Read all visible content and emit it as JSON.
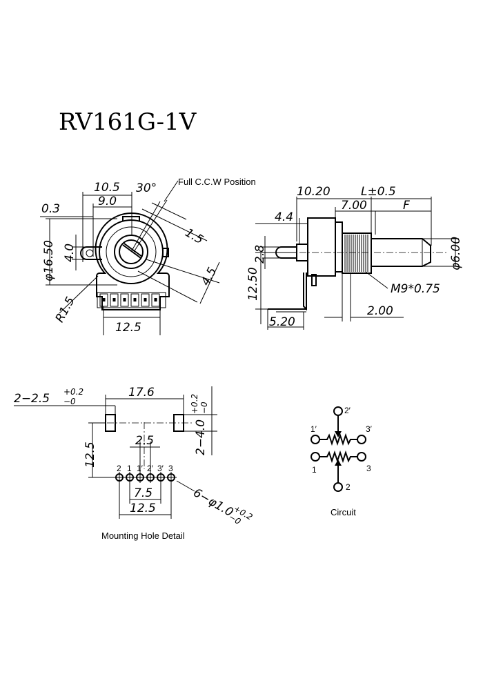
{
  "title": "RV161G-1V",
  "front_view": {
    "dims": {
      "d10_5": "10.5",
      "d30deg": "30°",
      "ccw_label": "Full C.C.W Position",
      "d0_3": "0.3",
      "d9_0": "9.0",
      "d1_5": "1.5",
      "d16_50": "φ16.50",
      "d4_0": "4.0",
      "d4_5": "4.5",
      "r1_5": "R1.5",
      "d12_5": "12.5"
    }
  },
  "side_view": {
    "dims": {
      "d10_20": "10.20",
      "dL": "L±0.5",
      "d7_00": "7.00",
      "dF": "F",
      "d4_4": "4.4",
      "d2_8": "2.8",
      "d6_00": "φ6.00",
      "d12_50": "12.50",
      "thread": "M9*0.75",
      "d5_20": "5.20",
      "d2_00": "2.00"
    }
  },
  "mounting": {
    "label": "Mounting Hole Detail",
    "slot_dim": "2−2.5",
    "slot_tol_plus": "+0.2",
    "slot_tol_minus": "−0",
    "d17_6": "17.6",
    "slot_w_dim": "2−4.0",
    "slot_w_tol_plus": "+0.2",
    "slot_w_tol_minus": "−0",
    "d12_5v": "12.5",
    "d2_5": "2.5",
    "d7_5": "7.5",
    "d12_5h": "12.5",
    "hole_dim": "6−φ1.0",
    "hole_tol_plus": "+0.2",
    "hole_tol_minus": "−0",
    "pins": [
      "2",
      "1",
      "1′",
      "2′",
      "3′",
      "3"
    ]
  },
  "circuit": {
    "label": "Circuit",
    "t2p": "2′",
    "t1p": "1′",
    "t3p": "3′",
    "t1": "1",
    "t3": "3",
    "t2": "2"
  }
}
